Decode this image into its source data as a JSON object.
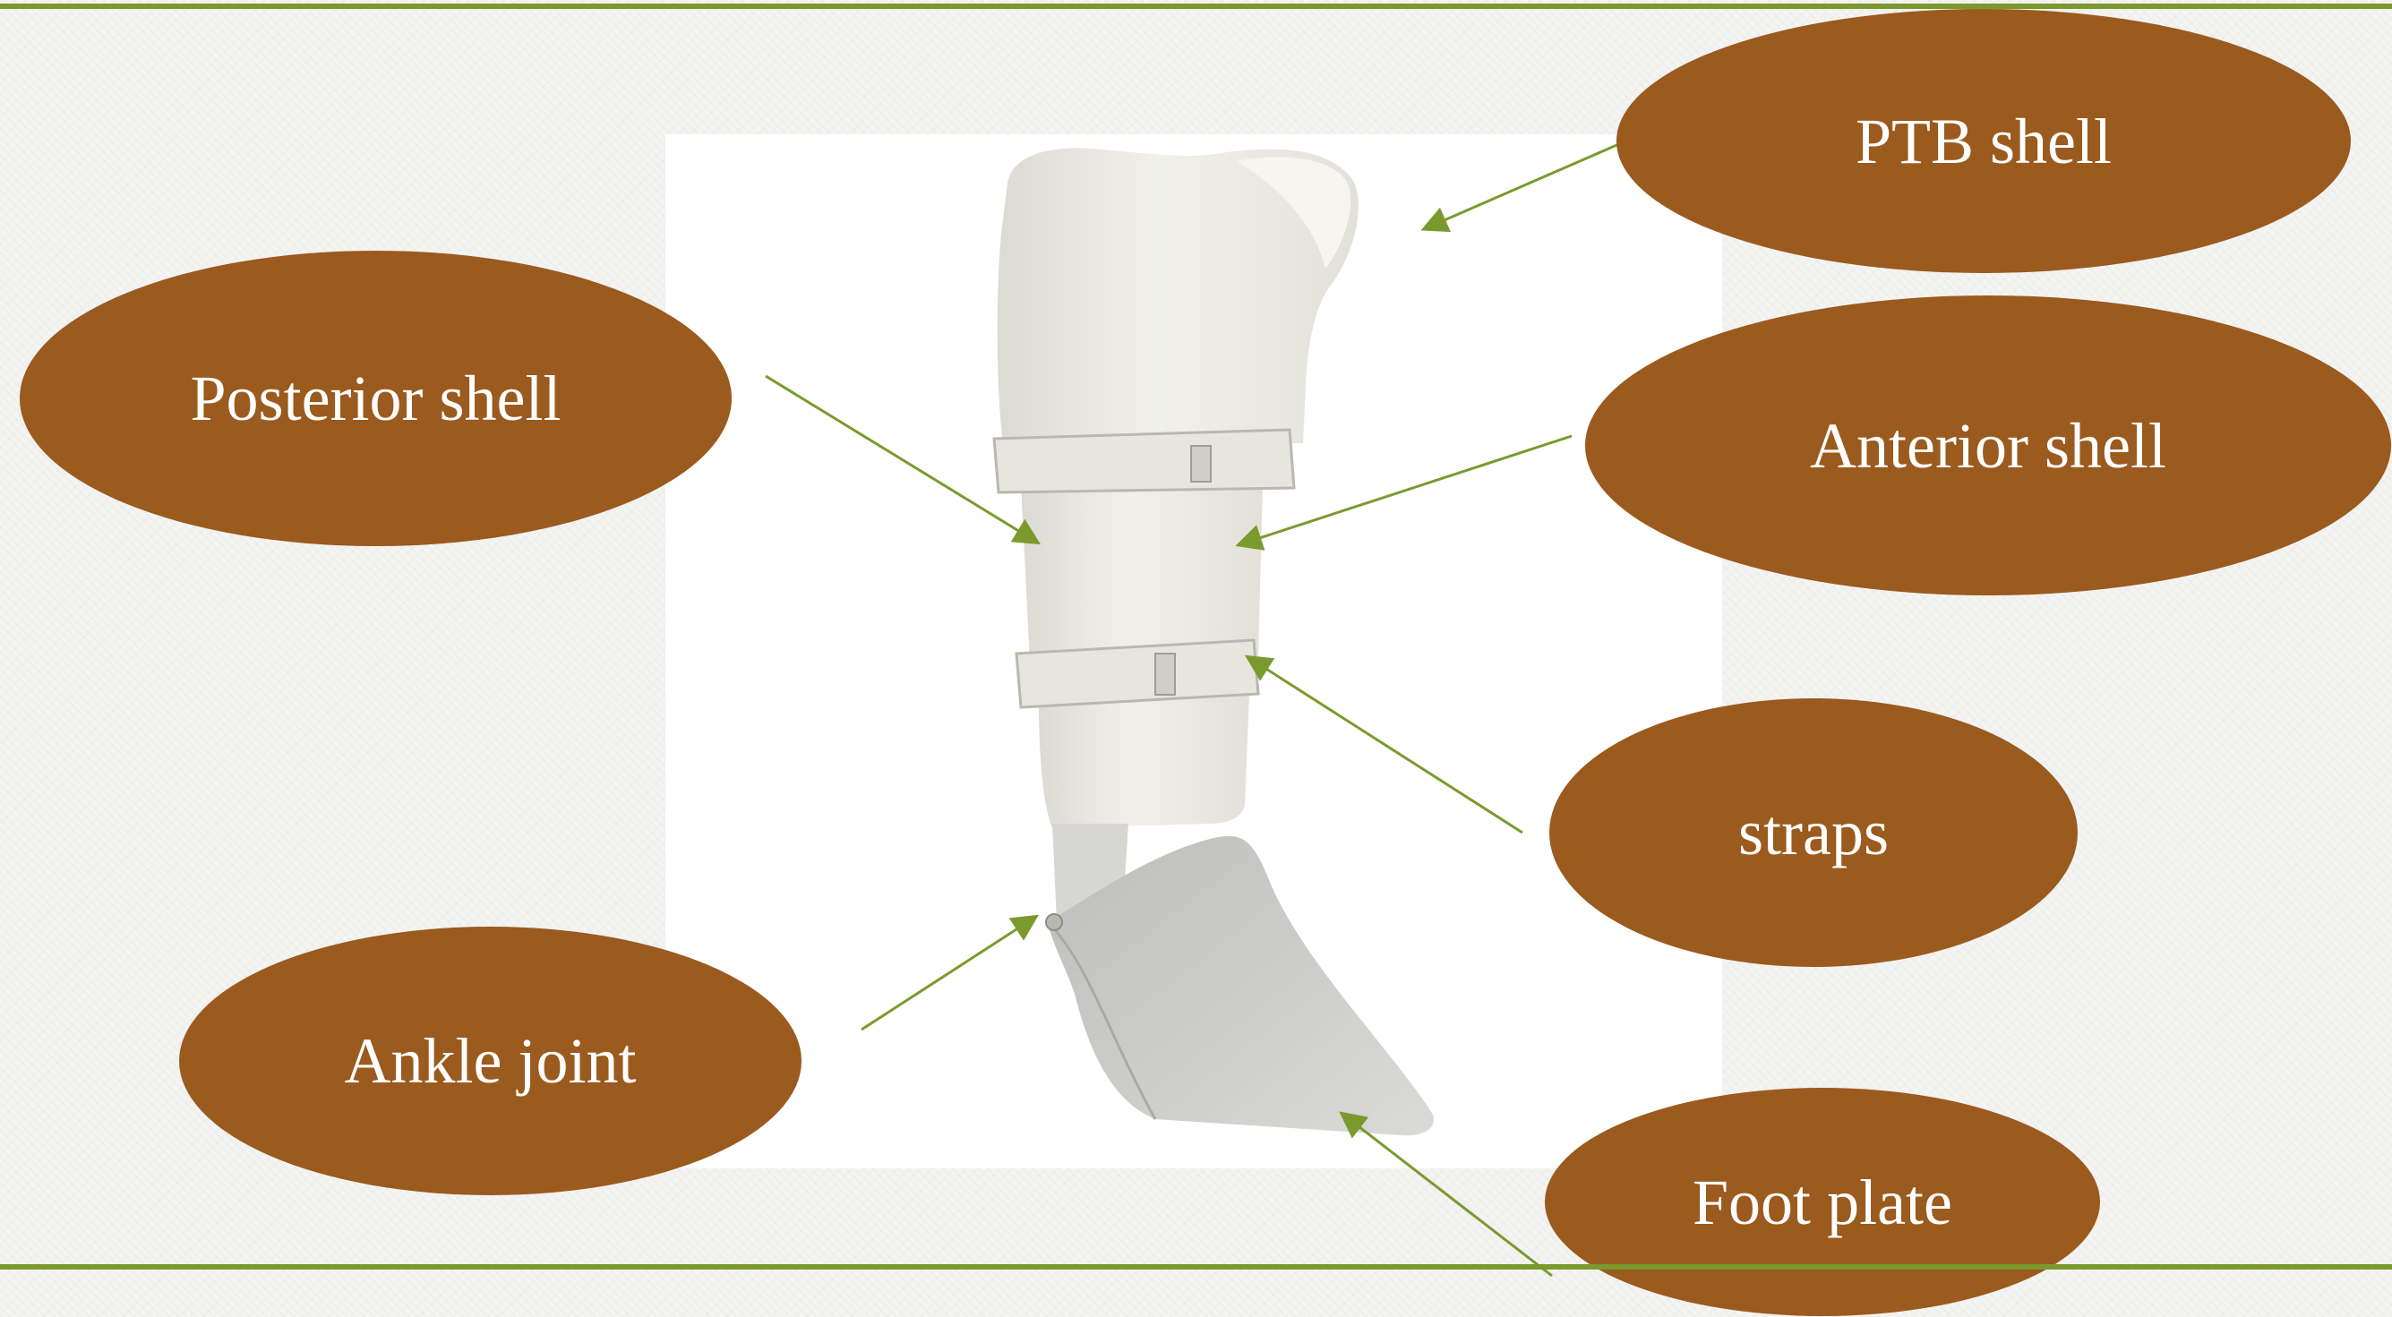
{
  "colors": {
    "callout_fill": "#9b5a1e",
    "callout_text": "#ffffff",
    "rule": "#7a9a2e",
    "arrow": "#7a9a2e",
    "orthosis_shell": "#ecebe4",
    "orthosis_shadow": "#d3d2ca",
    "foot_plate": "#c9c9c7",
    "background": "#f4f4f2"
  },
  "callouts": {
    "ptb_shell": "PTB shell",
    "posterior_shell": "Posterior shell",
    "anterior_shell": "Anterior shell",
    "straps": "straps",
    "ankle_joint": "Ankle joint",
    "foot_plate": "Foot plate"
  }
}
